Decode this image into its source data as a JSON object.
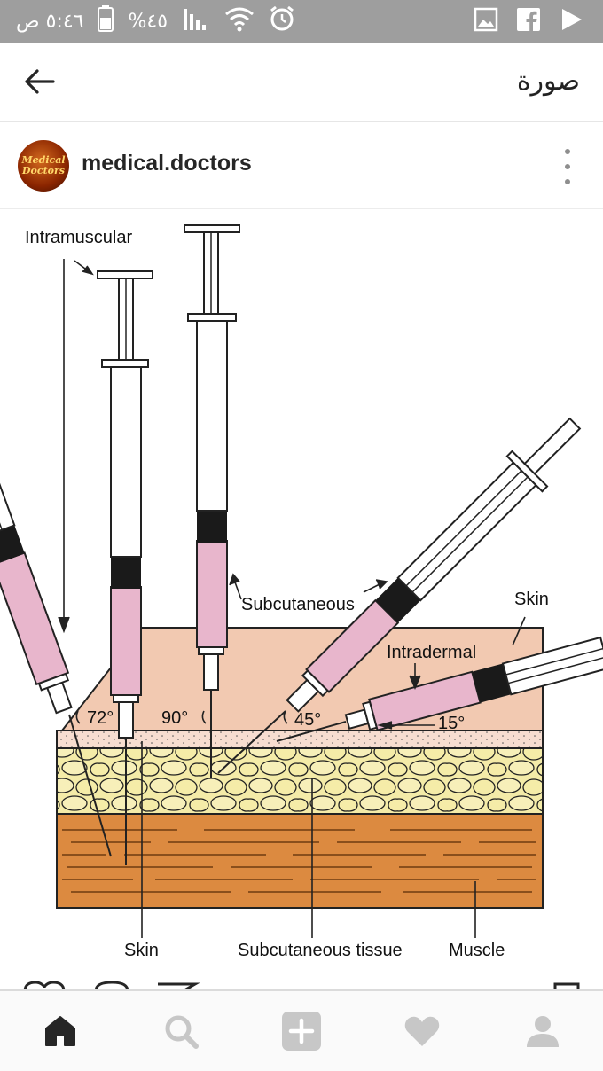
{
  "status_bar": {
    "time": "٥:٤٦ ص",
    "battery": "%٤٥",
    "icons": [
      "battery-icon",
      "signal-icon",
      "wifi-icon",
      "alarm-icon",
      "gallery-icon",
      "facebook-icon",
      "play-store-icon"
    ]
  },
  "header": {
    "title": "صورة",
    "back_icon": "arrow-back-icon"
  },
  "post": {
    "username": "medical.doctors",
    "avatar_text_1": "Medical",
    "avatar_text_2": "Doctors",
    "more_icon": "more-vertical-icon"
  },
  "diagram": {
    "intramuscular": "Intramuscular",
    "subcutaneous": "Subcutaneous",
    "skin_top": "Skin",
    "intradermal": "Intradermal",
    "angle_72": "72°",
    "angle_90": "90°",
    "angle_45": "45°",
    "angle_15": "15°",
    "skin_bottom": "Skin",
    "subcutaneous_tissue": "Subcutaneous tissue",
    "muscle": "Muscle"
  },
  "colors": {
    "skin": "#f2c9b1",
    "dermis": "#f7ddd0",
    "fat": "#f4eba8",
    "muscle": "#dc8a40",
    "barrel": "#e8b6cc",
    "status_bar": "#9e9e9e"
  },
  "nav": {
    "items": [
      "home-icon",
      "search-icon",
      "add-icon",
      "activity-icon",
      "profile-icon"
    ]
  }
}
